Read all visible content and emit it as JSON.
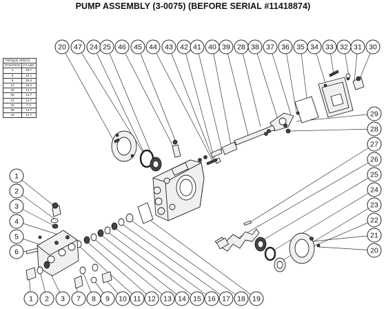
{
  "title": "PUMP ASSEMBLY (3-0075) (BEFORE SERIAL #11418874)",
  "top_callouts": [
    "20",
    "47",
    "24",
    "25",
    "46",
    "45",
    "44",
    "43",
    "42",
    "41",
    "40",
    "39",
    "28",
    "38",
    "37",
    "36",
    "35",
    "34",
    "33",
    "32",
    "31",
    "30"
  ],
  "left_callouts": [
    "1",
    "2",
    "3",
    "4",
    "5",
    "6"
  ],
  "bottom_callouts": [
    "1",
    "2",
    "3",
    "7",
    "8",
    "9",
    "10",
    "11",
    "12",
    "13",
    "14",
    "15",
    "16",
    "17",
    "18",
    "19"
  ],
  "right_callouts": [
    "29",
    "28",
    "27",
    "26",
    "25",
    "24",
    "23",
    "22",
    "21",
    "20"
  ],
  "torque_table": {
    "title": "TORQUE SPECS.",
    "headers": [
      "POSITION",
      "FT-LBS"
    ],
    "rows": [
      [
        "1",
        "29.7"
      ],
      [
        "6",
        "22.1"
      ],
      [
        "8",
        "29.4"
      ],
      [
        "10",
        "29.4"
      ],
      [
        "20",
        "14.7"
      ],
      [
        "30",
        "14.7"
      ],
      [
        "31",
        "14.7"
      ],
      [
        "33",
        "7.3"
      ],
      [
        "38",
        "14.7"
      ],
      [
        "44",
        "14.7"
      ]
    ]
  }
}
